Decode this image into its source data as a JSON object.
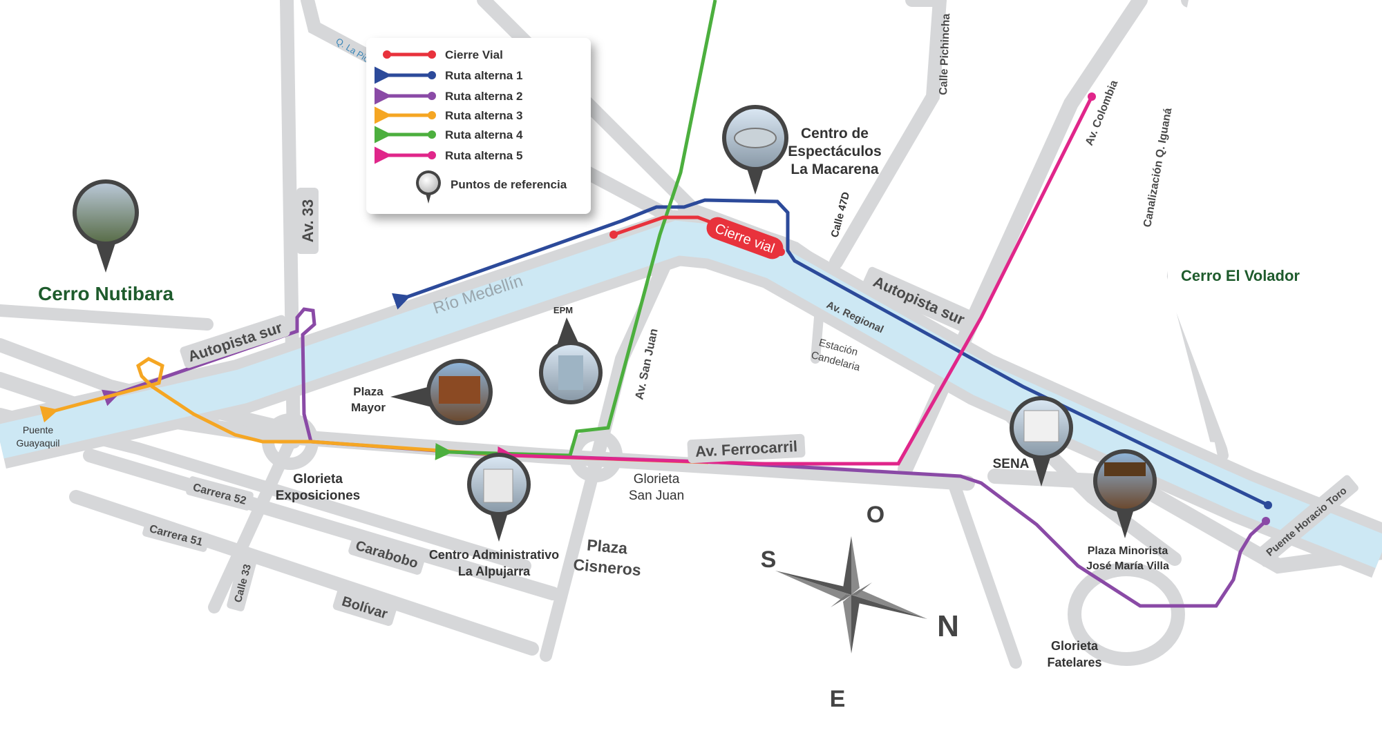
{
  "legend": {
    "items": [
      {
        "label": "Cierre Vial",
        "color": "#e8323c"
      },
      {
        "label": "Ruta alterna 1",
        "color": "#2c4a9a"
      },
      {
        "label": "Ruta alterna 2",
        "color": "#8a4aa6"
      },
      {
        "label": "Ruta alterna 3",
        "color": "#f5a623"
      },
      {
        "label": "Ruta alterna 4",
        "color": "#4caf3e"
      },
      {
        "label": "Ruta alterna 5",
        "color": "#e0268a"
      }
    ],
    "reference_label": "Puntos de referencia"
  },
  "places": {
    "cerro_nutibara": "Cerro Nutibara",
    "cerro_volador": "Cerro El Volador",
    "macarena": [
      "Centro de",
      "Espectáculos",
      "La Macarena"
    ],
    "plaza_mayor": [
      "Plaza",
      "Mayor"
    ],
    "epm": "EPM",
    "alpujarra": [
      "Centro Administrativo",
      "La Alpujarra"
    ],
    "sena": "SENA",
    "plaza_minorista": [
      "Plaza Minorista",
      "José María Villa"
    ],
    "plaza_cisneros": [
      "Plaza",
      "Cisneros"
    ],
    "estacion_candelaria": [
      "Estación",
      "Candelaria"
    ]
  },
  "streets": {
    "av33": "Av. 33",
    "autopista_sur_left": "Autopista sur",
    "autopista_sur_right": "Autopista sur",
    "rio_medellin": "Río Medellín",
    "av_regional": "Av. Regional",
    "av_san_juan": "Av. San Juan",
    "av_ferrocarril": "Av. Ferrocarril",
    "carrera52": "Carrera 52",
    "carrera51": "Carrera 51",
    "carabobo": "Carabobo",
    "bolivar": "Bolívar",
    "calle33": "Calle 33",
    "calle47d": "Calle 47D",
    "calle_pichincha": "Calle Pichincha",
    "av_colombia": "Av. Colombia",
    "canalizacion": "Canalización Q. Iguaná",
    "puente_horacio_toro": "Puente Horacio Toro",
    "puente_guayaquil": [
      "Puente",
      "Guayaquil"
    ],
    "q_la_picacha": "Q. La Picacha"
  },
  "roundabouts": {
    "exposiciones": [
      "Glorieta",
      "Exposiciones"
    ],
    "san_juan": [
      "Glorieta",
      "San Juan"
    ],
    "fatelares": [
      "Glorieta",
      "Fatelares"
    ]
  },
  "closure_tag": "Cierre vial",
  "compass": {
    "n": "N",
    "s": "S",
    "e": "E",
    "o": "O"
  },
  "colors": {
    "road": "#d6d7d9",
    "river": "#cde8f4",
    "place_green": "#1e5b2c"
  }
}
